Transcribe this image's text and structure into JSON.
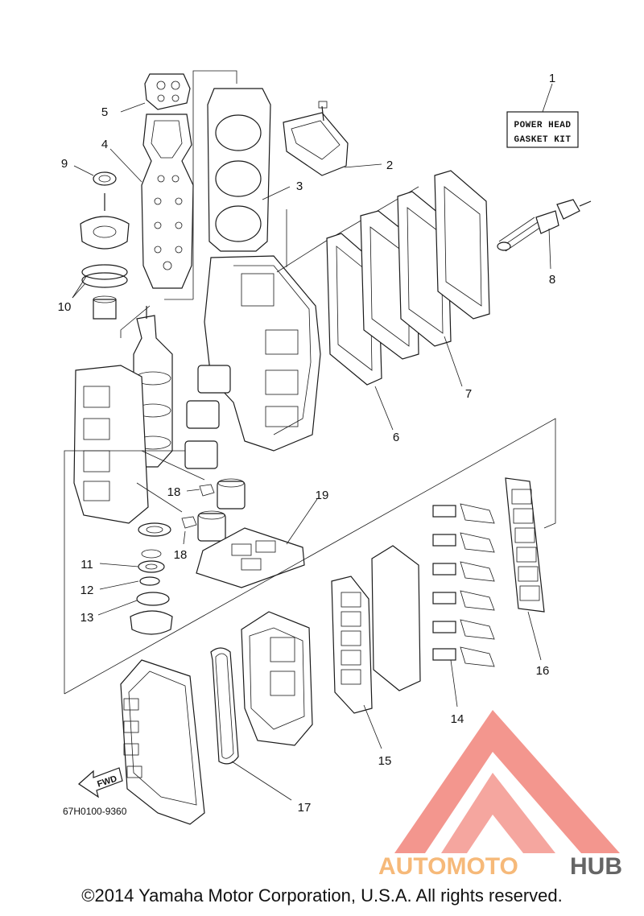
{
  "kit_label": {
    "line1": "POWER HEAD",
    "line2": "GASKET KIT"
  },
  "callouts": [
    "1",
    "2",
    "3",
    "4",
    "5",
    "6",
    "7",
    "8",
    "9",
    "10",
    "11",
    "12",
    "13",
    "14",
    "15",
    "16",
    "17",
    "18",
    "18",
    "19"
  ],
  "part_code": "67H0100-9360",
  "fwd_label": "FWD",
  "watermark": {
    "text_a": "AUTOMOTO",
    "text_b": "HUB",
    "color_a": "#f6b26b",
    "color_b": "#555555",
    "logo_color": "#f28b82"
  },
  "copyright": "©2014 Yamaha Motor Corporation, U.S.A. All rights reserved."
}
